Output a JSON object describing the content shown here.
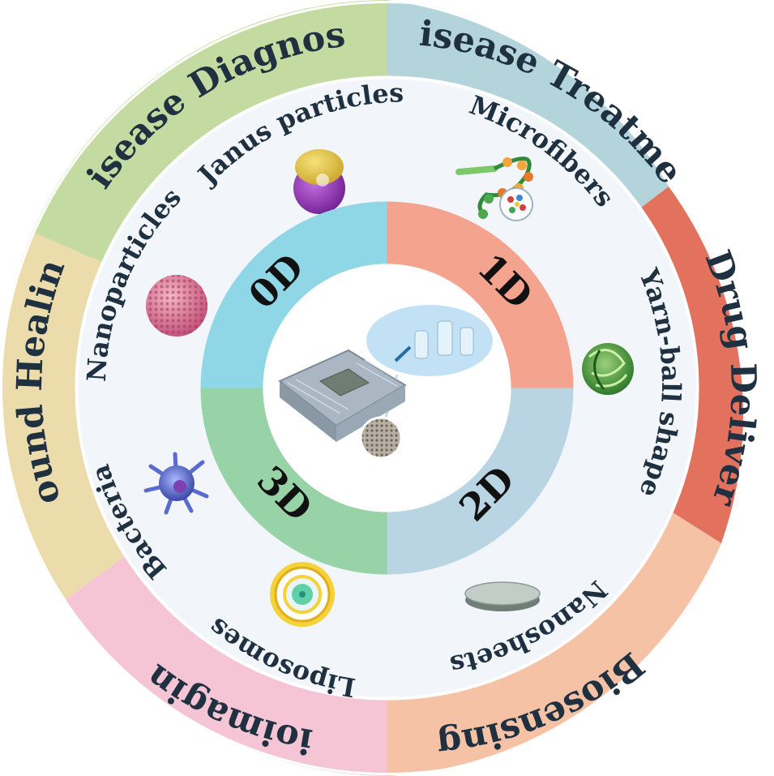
{
  "outer_ring": [
    {
      "label": "Disease Diagnosis",
      "color": "#c3dba0"
    },
    {
      "label": "Disease Treatment",
      "color": "#b3d4da"
    },
    {
      "label": "Drug Delivery",
      "color": "#e2725e"
    },
    {
      "label": "Biosensing",
      "color": "#f6c2a5"
    },
    {
      "label": "Bioimaging",
      "color": "#f5c5d6"
    },
    {
      "label": "Wound Healing",
      "color": "#eddcab"
    }
  ],
  "structures": [
    {
      "label": "Janus particles",
      "icon": "janus-particle-icon"
    },
    {
      "label": "Microfibers",
      "icon": "microfiber-icon"
    },
    {
      "label": "Yarn-ball shape",
      "icon": "yarn-ball-icon"
    },
    {
      "label": "Nanosheets",
      "icon": "nanosheet-icon"
    },
    {
      "label": "Liposomes",
      "icon": "liposome-icon"
    },
    {
      "label": "Bacteria",
      "icon": "bacteria-icon"
    },
    {
      "label": "Nanoparticles",
      "icon": "nanoparticle-icon"
    }
  ],
  "dimensions": [
    {
      "label": "0D",
      "color": "#8fd7e6"
    },
    {
      "label": "1D",
      "color": "#f4a38e"
    },
    {
      "label": "2D",
      "color": "#b9d5e4"
    },
    {
      "label": "3D",
      "color": "#98d3a8"
    }
  ],
  "center": {
    "icon": "microfluidic-chip-icon"
  },
  "colors": {
    "middle_ring": "#f2f6fb",
    "text": "#1f3140"
  }
}
